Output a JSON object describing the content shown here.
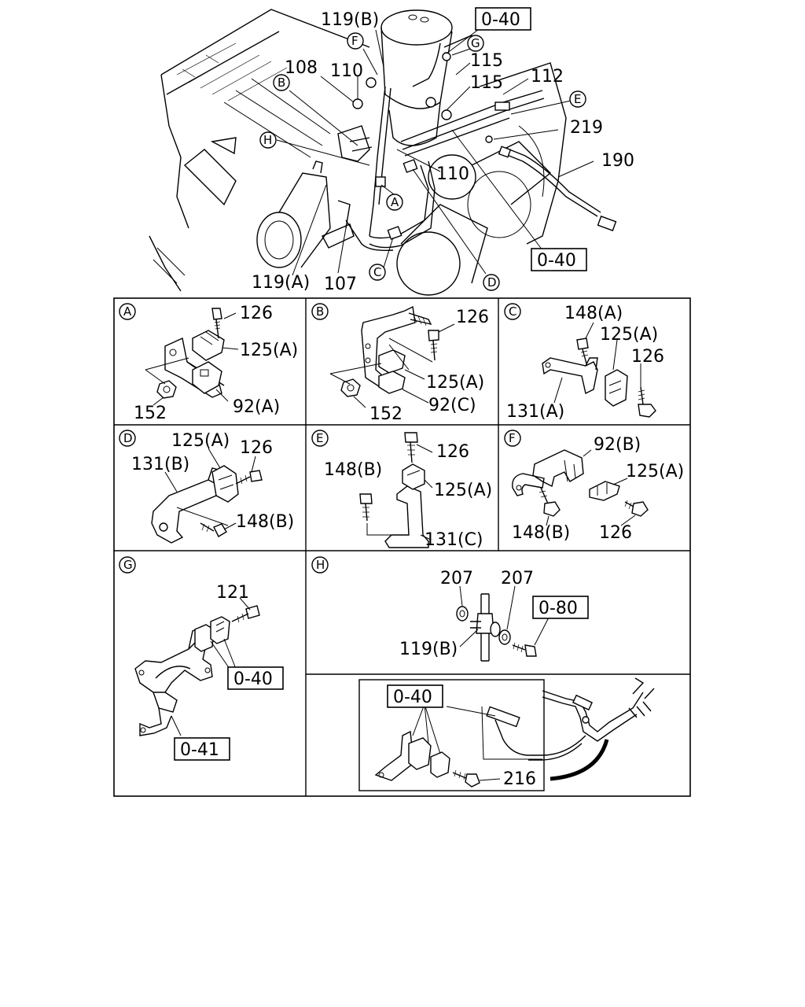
{
  "main_view": {
    "part_labels": [
      "119(B)",
      "108",
      "110",
      "115",
      "115",
      "112",
      "219",
      "190",
      "110",
      "119(A)",
      "107"
    ],
    "ref_boxes": [
      "0-40",
      "0-40"
    ],
    "detail_markers": [
      "F",
      "G",
      "B",
      "H",
      "E",
      "A",
      "C",
      "D"
    ]
  },
  "panels": [
    {
      "id": "A",
      "labels": [
        "126",
        "125(A)",
        "152",
        "92(A)"
      ]
    },
    {
      "id": "B",
      "labels": [
        "126",
        "125(A)",
        "152",
        "92(C)"
      ]
    },
    {
      "id": "C",
      "labels": [
        "148(A)",
        "125(A)",
        "126",
        "131(A)"
      ]
    },
    {
      "id": "D",
      "labels": [
        "125(A)",
        "126",
        "131(B)",
        "148(B)"
      ]
    },
    {
      "id": "E",
      "labels": [
        "126",
        "148(B)",
        "125(A)",
        "131(C)"
      ]
    },
    {
      "id": "F",
      "labels": [
        "92(B)",
        "125(A)",
        "148(B)",
        "126"
      ]
    },
    {
      "id": "G",
      "labels": [
        "121"
      ],
      "ref_boxes": [
        "0-40",
        "0-41"
      ]
    },
    {
      "id": "H",
      "labels": [
        "207",
        "207",
        "119(B)"
      ],
      "ref_boxes": [
        "0-80"
      ]
    },
    {
      "id": "harness",
      "labels": [
        "216"
      ],
      "ref_boxes": [
        "0-40"
      ]
    }
  ]
}
